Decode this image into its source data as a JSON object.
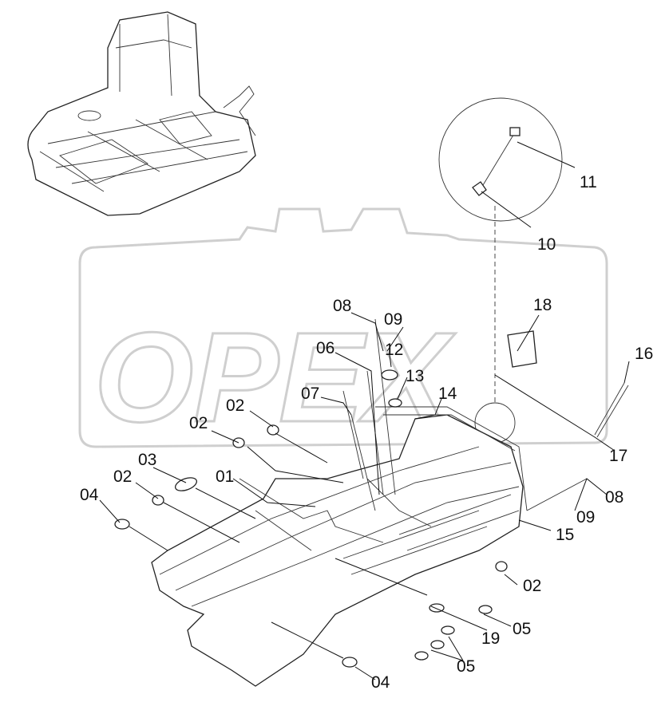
{
  "watermark": {
    "text": "OPEX"
  },
  "callouts": [
    {
      "id": "c-01",
      "label": "01"
    },
    {
      "id": "c-02a",
      "label": "02"
    },
    {
      "id": "c-02b",
      "label": "02"
    },
    {
      "id": "c-02c",
      "label": "02"
    },
    {
      "id": "c-02d",
      "label": "02"
    },
    {
      "id": "c-03",
      "label": "03"
    },
    {
      "id": "c-04a",
      "label": "04"
    },
    {
      "id": "c-04b",
      "label": "04"
    },
    {
      "id": "c-05a",
      "label": "05"
    },
    {
      "id": "c-05b",
      "label": "05"
    },
    {
      "id": "c-06",
      "label": "06"
    },
    {
      "id": "c-07",
      "label": "07"
    },
    {
      "id": "c-08a",
      "label": "08"
    },
    {
      "id": "c-08b",
      "label": "08"
    },
    {
      "id": "c-09a",
      "label": "09"
    },
    {
      "id": "c-09b",
      "label": "09"
    },
    {
      "id": "c-10",
      "label": "10"
    },
    {
      "id": "c-11",
      "label": "11"
    },
    {
      "id": "c-12",
      "label": "12"
    },
    {
      "id": "c-13",
      "label": "13"
    },
    {
      "id": "c-14",
      "label": "14"
    },
    {
      "id": "c-15",
      "label": "15"
    },
    {
      "id": "c-16",
      "label": "16"
    },
    {
      "id": "c-17",
      "label": "17"
    },
    {
      "id": "c-18",
      "label": "18"
    },
    {
      "id": "c-19",
      "label": "19"
    }
  ]
}
